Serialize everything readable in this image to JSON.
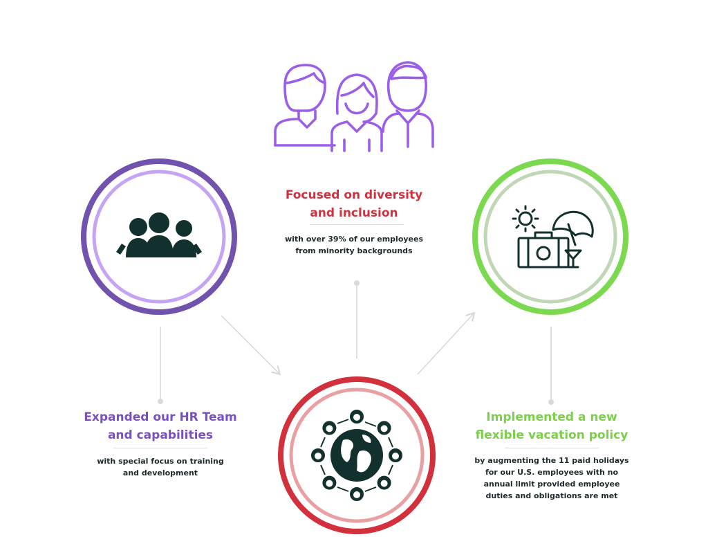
{
  "colors": {
    "purple_ring": "#7152ad",
    "purple_inner": "#c5a3f5",
    "purple_text": "#7a4fc0",
    "purple_icon": "#9b5ee8",
    "green_ring": "#7bd94f",
    "green_inner": "#bfd7b5",
    "green_text": "#7bcf4a",
    "red_ring": "#d1303c",
    "red_inner": "#e9a0a3",
    "red_text": "#d1303c",
    "dark_icon": "#12302d",
    "connector": "#d9d9d9"
  },
  "icons": {
    "top": "people-outline-icon",
    "left": "team-icon",
    "right": "vacation-icon",
    "bottom": "global-network-icon"
  },
  "diversity": {
    "title_line1": "Focused on diversity",
    "title_line2": "and inclusion",
    "desc_line1": "with over 39% of our employees",
    "desc_line2": "from minority backgrounds"
  },
  "hr_team": {
    "title_line1": "Expanded our HR Team",
    "title_line2": "and capabilities",
    "desc_line1": "with special focus on training",
    "desc_line2": "and development"
  },
  "vacation": {
    "title_line1": "Implemented a new",
    "title_line2": "flexible vacation policy",
    "desc_line1": "by augmenting the 11 paid holidays",
    "desc_line2": "for our U.S. employees with no",
    "desc_line3": "annual limit provided employee",
    "desc_line4": "duties and obligations are met"
  }
}
